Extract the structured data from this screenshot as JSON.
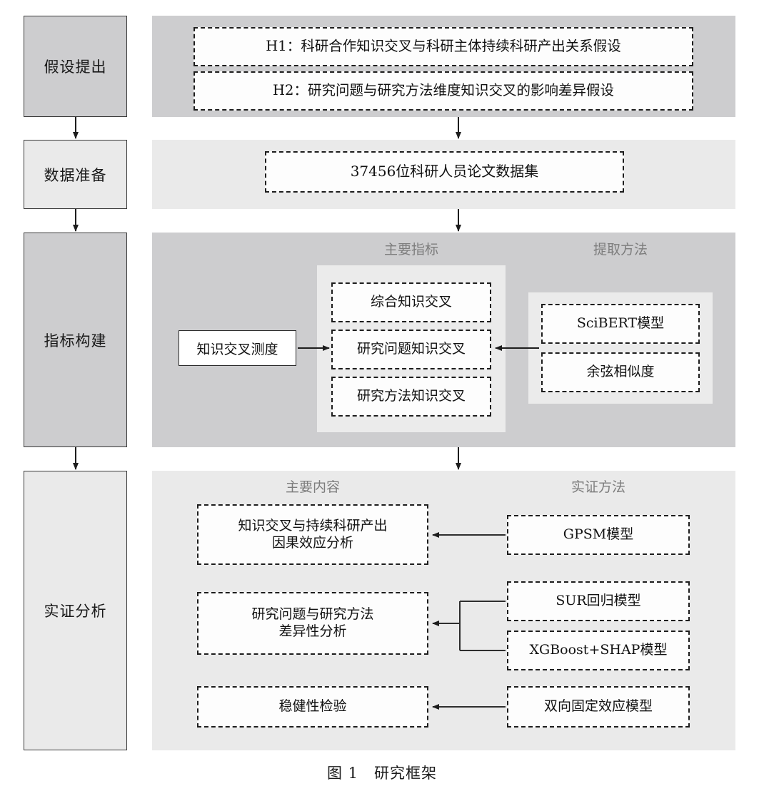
{
  "figure": {
    "caption": "图 1　研究框架"
  },
  "stages": [
    {
      "label": "假设提出",
      "tone": "dark"
    },
    {
      "label": "数据准备",
      "tone": "light"
    },
    {
      "label": "指标构建",
      "tone": "dark"
    },
    {
      "label": "实证分析",
      "tone": "light"
    }
  ],
  "hypotheses": {
    "items": [
      {
        "text": "H1：科研合作知识交叉与科研主体持续科研产出关系假设"
      },
      {
        "text": "H2：研究问题与研究方法维度知识交叉的影响差异假设"
      }
    ]
  },
  "data_preparation": {
    "dataset": "37456位科研人员论文数据集"
  },
  "indicator_construction": {
    "headers": {
      "main": "主要指标",
      "method": "提取方法"
    },
    "measure_box": "知识交叉测度",
    "indicators": [
      "综合知识交叉",
      "研究问题知识交叉",
      "研究方法知识交叉"
    ],
    "extraction_methods": [
      "SciBERT模型",
      "余弦相似度"
    ]
  },
  "empirical_analysis": {
    "headers": {
      "content": "主要内容",
      "method": "实证方法"
    },
    "rows": [
      {
        "content": "知识交叉与持续科研产出\n因果效应分析",
        "methods": [
          "GPSM模型"
        ]
      },
      {
        "content": "研究问题与研究方法\n差异性分析",
        "methods": [
          "SUR回归模型",
          "XGBoost+SHAP模型"
        ]
      },
      {
        "content": "稳健性检验",
        "methods": [
          "双向固定效应模型"
        ]
      }
    ]
  },
  "colors": {
    "band_dark": "#cdcdcf",
    "band_light": "#eaeaea",
    "subpanel": "#ebebeb",
    "stroke": "#1d1d1d",
    "header_text": "#7d7d7d"
  }
}
